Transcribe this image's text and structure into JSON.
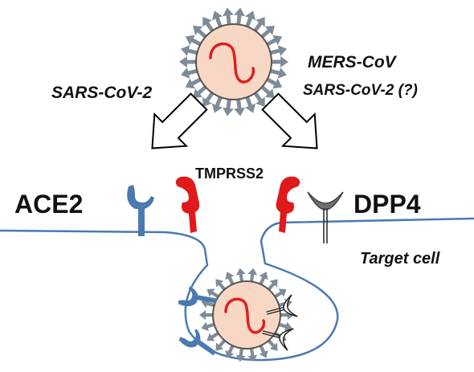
{
  "labels": {
    "left_virus": "SARS-CoV-2",
    "right_virus_1": "MERS-CoV",
    "right_virus_2": "SARS-CoV-2 (?)",
    "protease": "TMPRSS2",
    "left_receptor": "ACE2",
    "right_receptor": "DPP4",
    "cell": "Target cell"
  },
  "colors": {
    "virion_fill": "#f8d8c4",
    "virion_outline": "#555555",
    "spike": "#7f8c98",
    "rna": "#e02020",
    "ace2": "#4a7ab0",
    "tmprss2": "#e01a1a",
    "dpp4": "#707070",
    "membrane": "#4a7ab0",
    "arrow_outline": "#000000"
  },
  "icons": {
    "virion": "coronavirus-virion-icon",
    "arrow": "hollow-arrow-icon"
  }
}
